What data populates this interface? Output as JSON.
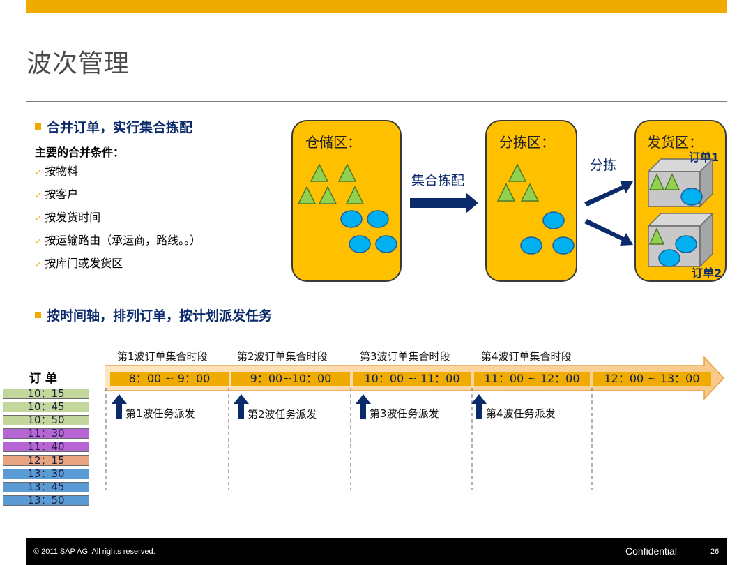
{
  "title": "波次管理",
  "section1": {
    "heading": "合并订单，实行集合拣配",
    "conditions_title": "主要的合并条件：",
    "conditions": [
      "按物料",
      "按客户",
      "按发货时间",
      "按运输路由（承运商，路线。。）",
      "按库门或发货区"
    ]
  },
  "diagram": {
    "storage_label": "仓储区：",
    "picking_label": "集合拣配",
    "sorting_label": "分拣区：",
    "sort_action_label": "分拣",
    "shipping_label": "发货区：",
    "order1_label": "订单1",
    "order2_label": "订单2"
  },
  "section2": {
    "heading": "按时间轴，排列订单，按计划派发任务"
  },
  "timeline": {
    "orders_heading": "订 单",
    "orders": [
      {
        "time": "10：15",
        "color": "#c3d69b"
      },
      {
        "time": "10：45",
        "color": "#c3d69b"
      },
      {
        "time": "10：50",
        "color": "#c3d69b"
      },
      {
        "time": "11：30",
        "color": "#b565d4"
      },
      {
        "time": "11：40",
        "color": "#b565d4"
      },
      {
        "time": "12：15",
        "color": "#e8a47e"
      },
      {
        "time": "13：30",
        "color": "#5b9bd5"
      },
      {
        "time": "13：45",
        "color": "#5b9bd5"
      },
      {
        "time": "13：50",
        "color": "#5b9bd5"
      }
    ],
    "phases": [
      "第1波订单集合时段",
      "第2波订单集合时段",
      "第3波订单集合时段",
      "第4波订单集合时段"
    ],
    "slots": [
      "8：00 ~ 9：00",
      "9：00~10：00",
      "10：00 ~ 11：00",
      "11：00 ~ 12：00",
      "12：00 ~ 13：00"
    ],
    "dispatches": [
      "第1波任务派发",
      "第2波任务派发",
      "第3波任务派发",
      "第4波任务派发"
    ]
  },
  "colors": {
    "accent": "#f0ab00",
    "zone_fill": "#ffc000",
    "heading_blue": "#0b2a6b",
    "triangle": "#92d050",
    "circle": "#00b0f0"
  },
  "footer": {
    "copyright": "© 2011 SAP AG. All rights reserved.",
    "confidential": "Confidential",
    "page": "26"
  }
}
